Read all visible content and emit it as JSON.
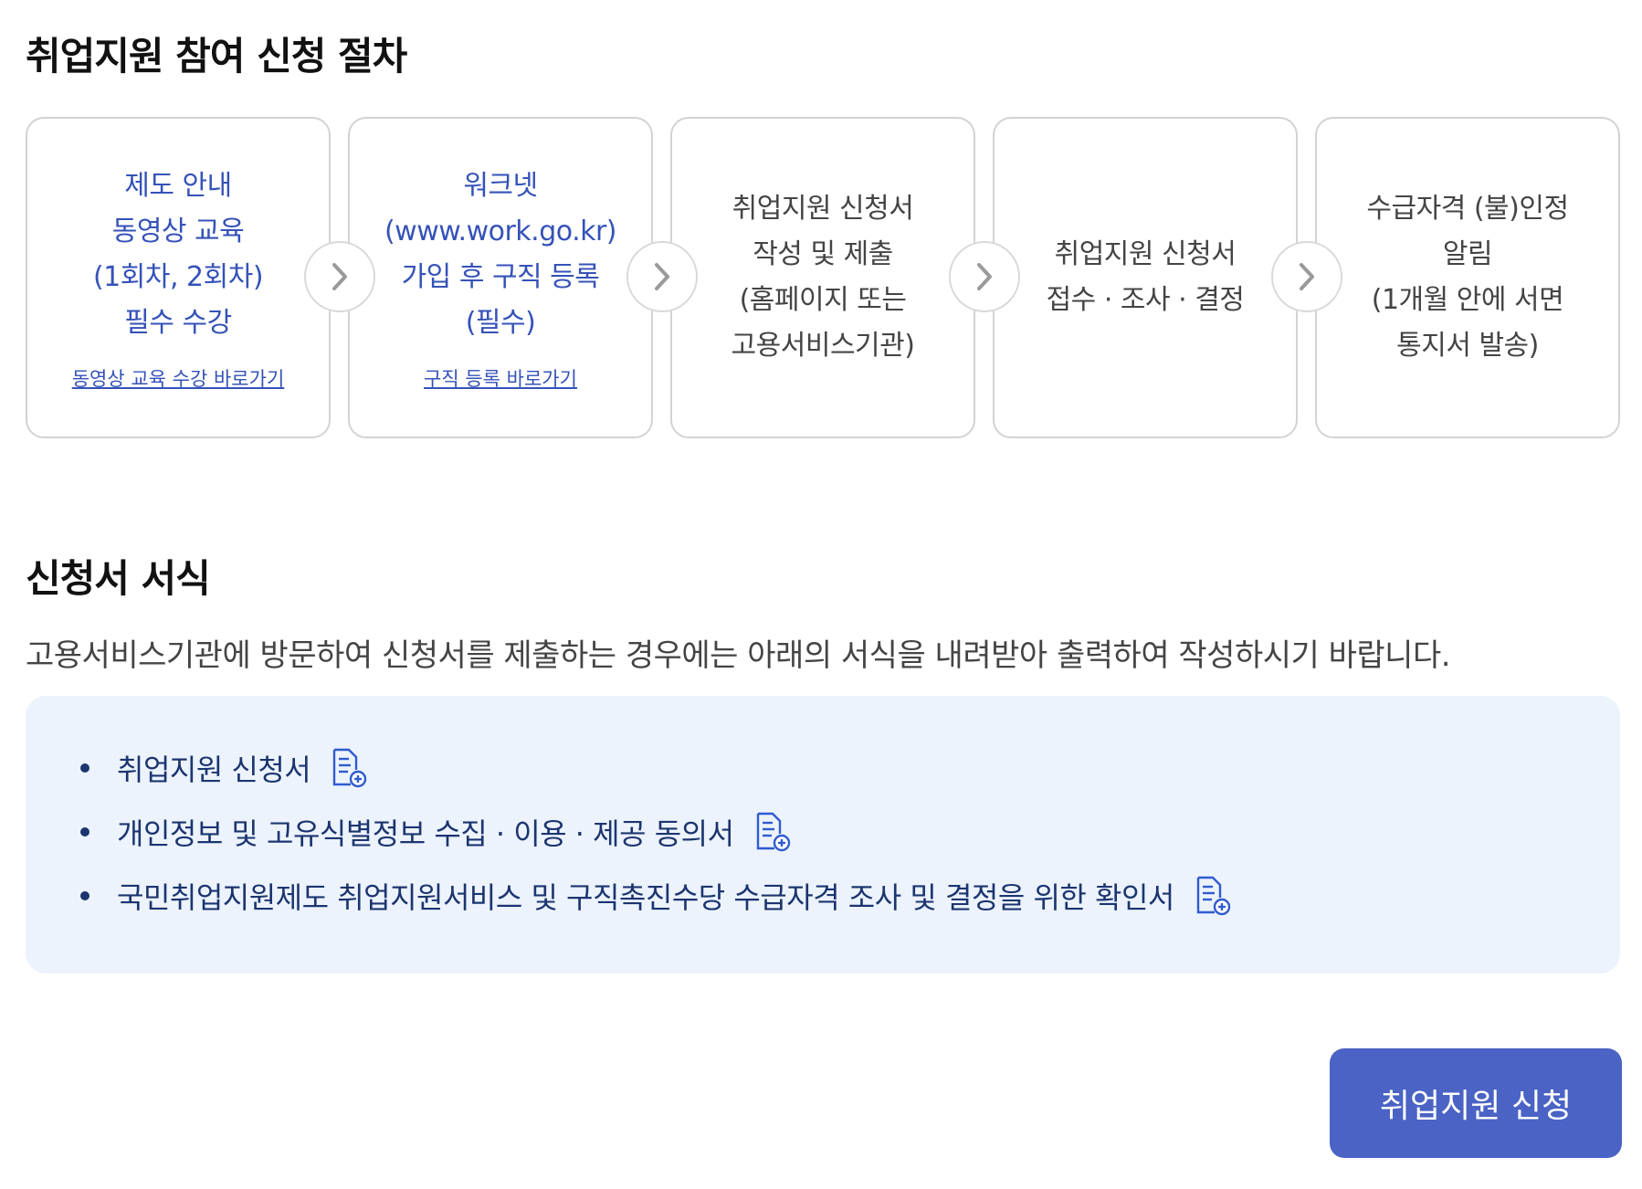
{
  "procedure": {
    "title": "취업지원 참여 신청 절차",
    "steps": [
      {
        "lines": [
          "제도 안내",
          "동영상 교육",
          "(1회차, 2회차)",
          "필수 수강"
        ],
        "link": "동영상 교육 수강 바로가기"
      },
      {
        "lines": [
          "워크넷",
          "(www.work.go.kr)",
          "가입 후 구직 등록",
          "(필수)"
        ],
        "link": "구직 등록 바로가기"
      },
      {
        "lines": [
          "취업지원 신청서",
          "작성 및 제출",
          "(홈페이지 또는",
          "고용서비스기관)"
        ]
      },
      {
        "lines": [
          "취업지원 신청서",
          "접수 · 조사 · 결정"
        ]
      },
      {
        "lines": [
          "수급자격 (불)인정",
          "알림",
          "(1개월 안에 서면",
          "통지서 발송)"
        ]
      }
    ],
    "arrow_icon": "chevron-right-icon"
  },
  "forms": {
    "title": "신청서 서식",
    "description": "고용서비스기관에 방문하여 신청서를 제출하는 경우에는 아래의 서식을 내려받아 출력하여 작성하시기 바랍니다.",
    "items": [
      "취업지원 신청서",
      "개인정보 및 고유식별정보 수집 · 이용 · 제공 동의서",
      "국민취업지원제도 취업지원서비스 및 구직촉진수당 수급자격 조사 및 결정을 위한 확인서"
    ],
    "download_icon": "document-download-icon"
  },
  "apply_button": "취업지원 신청",
  "colors": {
    "accent_blue": "#3552b8",
    "button_bg": "#4a63c4",
    "panel_bg": "#ecf3fc",
    "form_text": "#1c3570"
  }
}
